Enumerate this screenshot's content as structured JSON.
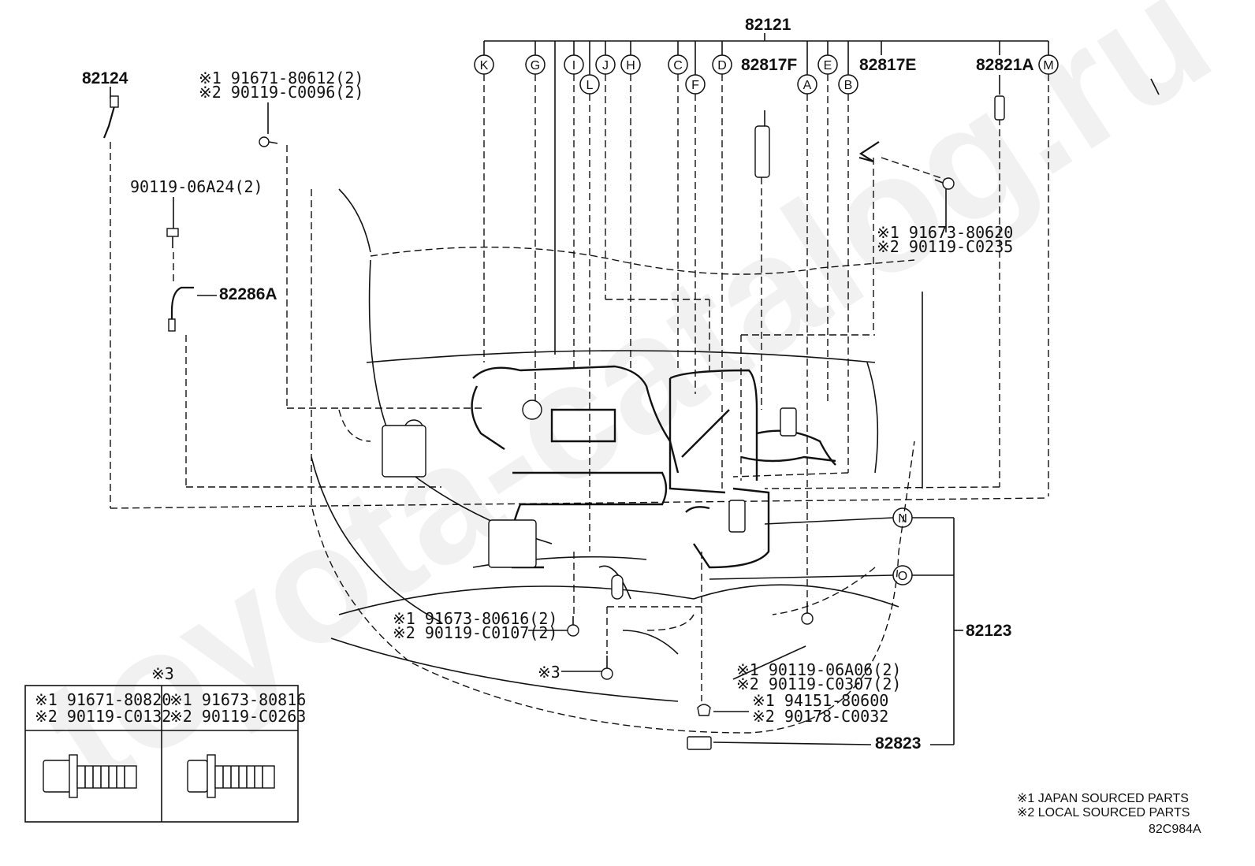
{
  "watermark": "toyota-catalog.ru",
  "main_part": "82121",
  "ref_letters": {
    "K": "K",
    "G": "G",
    "I": "I",
    "J": "J",
    "H": "H",
    "L": "L",
    "C": "C",
    "F": "F",
    "D": "D",
    "A": "A",
    "E": "E",
    "B": "B",
    "M": "M",
    "N": "N",
    "O": "O"
  },
  "labels": {
    "p82124": "82124",
    "p82817F": "82817F",
    "p82817E": "82817E",
    "p82821A": "82821A",
    "p82286A": "82286A",
    "p82123": "82123",
    "p82823": "82823",
    "b90119_06A24": "90119-06A24(2)"
  },
  "bolt_groups": {
    "top_left_1": "※1 91671-80612(2)",
    "top_left_2": "※2 90119-C0096(2)",
    "top_right_1": "※1 91673-80620",
    "top_right_2": "※2 90119-C0235",
    "mid_1": "※1 91673-80616(2)",
    "mid_2": "※2 90119-C0107(2)",
    "star3": "※3",
    "right_mid_1": "※1 90119-06A06(2)",
    "right_mid_2": "※2 90119-C0307(2)",
    "clip_1": "※1 94151-80600",
    "clip_2": "※2 90178-C0032"
  },
  "table": {
    "title": "※3",
    "col1_line1": "※1 91671-80820",
    "col1_line2": "※2 90119-C0132",
    "col2_line1": "※1 91673-80816",
    "col2_line2": "※2 90119-C0263"
  },
  "legend": {
    "line1": "※1 JAPAN SOURCED PARTS",
    "line2": "※2 LOCAL SOURCED PARTS",
    "code": "82C984A"
  }
}
